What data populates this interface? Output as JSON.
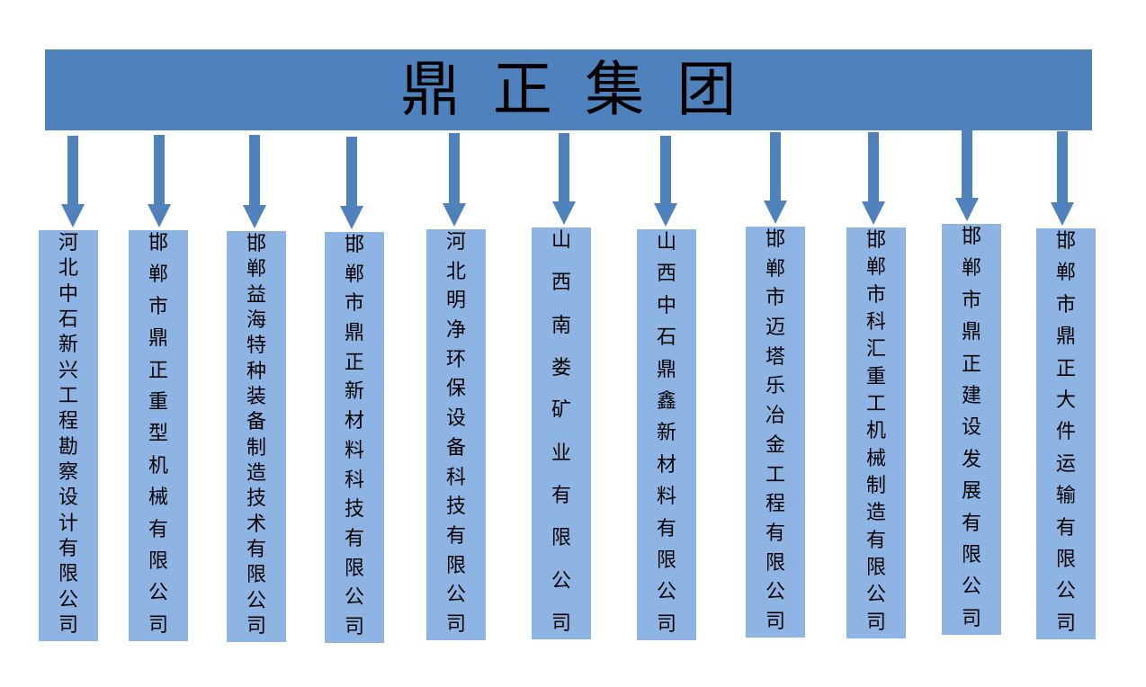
{
  "header": {
    "title": "鼎正集团"
  },
  "companies": [
    "河北中石新兴工程勘察设计有限公司",
    "邯郸市鼎正重型机械有限公司",
    "邯郸益海特种装备制造技术有限公司",
    "邯郸市鼎正新材料科技有限公司",
    "河北明净环保设备科技有限公司",
    "山西南娄矿业有限公司",
    "山西中石鼎鑫新材料有限公司",
    "邯郸市迈塔乐冶金工程有限公司",
    "邯郸市科汇重工机械制造有限公司",
    "邯郸市鼎正建设发展有限公司",
    "邯郸市鼎正大件运输有限公司"
  ],
  "colors": {
    "header_fill": "#4f81bd",
    "arrow_fill": "#4f81bd",
    "box_fill": "#8eb4e3"
  }
}
